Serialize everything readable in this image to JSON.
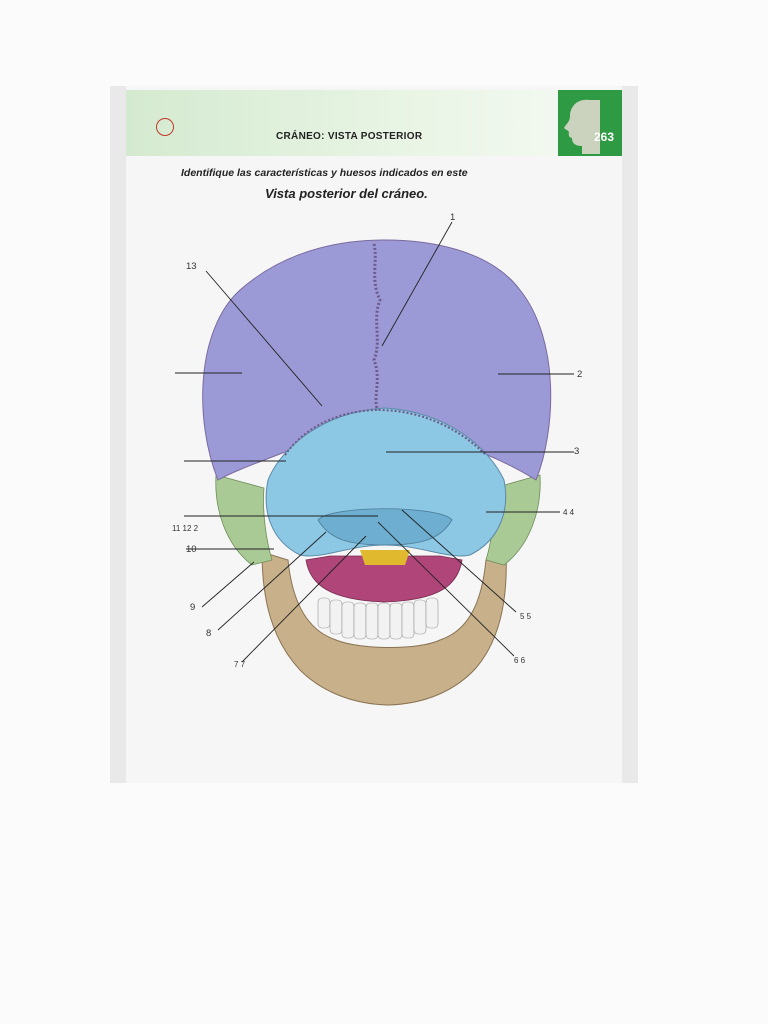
{
  "header": {
    "title": "CRÁNEO: VISTA POSTERIOR",
    "page_number": "263"
  },
  "instructions": "Identifique las características y huesos indicados en este",
  "subtitle": "Vista posterior del cráneo.",
  "labels": {
    "l1": "1",
    "l2": "2",
    "l3": "3",
    "l4": "4 4",
    "l5": "5 5",
    "l6": "6 6",
    "l7": "7 7",
    "l8": "8",
    "l9": "9",
    "l10": "10",
    "l11_12": "11 12 2",
    "l13": "13"
  },
  "colors": {
    "parietal": "#9c9ad6",
    "occipital": "#8cc7e3",
    "temporal": "#a9c995",
    "mandible": "#c7b08a",
    "header_green": "#2e9a44"
  }
}
